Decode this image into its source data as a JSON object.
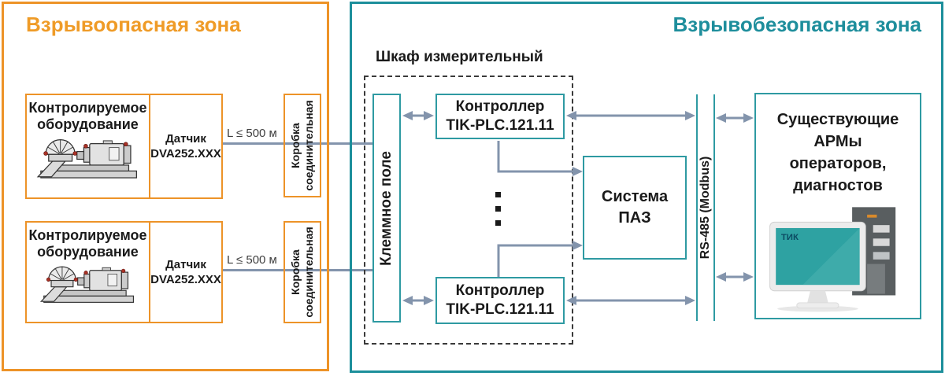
{
  "zones": {
    "hazardous": {
      "title": "Взрывоопасная зона"
    },
    "safe": {
      "title": "Взрывобезопасная зона"
    }
  },
  "equipment_unit": {
    "name_line1": "Контролируемое",
    "name_line2": "оборудование",
    "sensor_line1": "Датчик",
    "sensor_line2": "DVA252.XXX"
  },
  "cable": {
    "length_label": "L ≤ 500 м"
  },
  "junction_box": {
    "line1": "Коробка",
    "line2": "соединительная"
  },
  "cabinet": {
    "title": "Шкаф измерительный",
    "terminal_field_label": "Клеммное поле",
    "controller_line1": "Контроллер",
    "controller_line2": "TIK-PLC.121.11"
  },
  "esd_system": {
    "line1": "Система",
    "line2": "ПАЗ"
  },
  "bus": {
    "label": "RS-485 (Modbus)"
  },
  "workstations": {
    "line1": "Существующие",
    "line2": "АРМы",
    "line3": "операторов,",
    "line4": "диагностов",
    "monitor_logo": "ТИК"
  },
  "colors": {
    "hazard_accent": "#ED9328",
    "safe_accent": "#1C8F9B",
    "inner_box_border": "#2E9AA2",
    "connector": "#8394AC",
    "screen_teal": "#2EA2A2"
  }
}
